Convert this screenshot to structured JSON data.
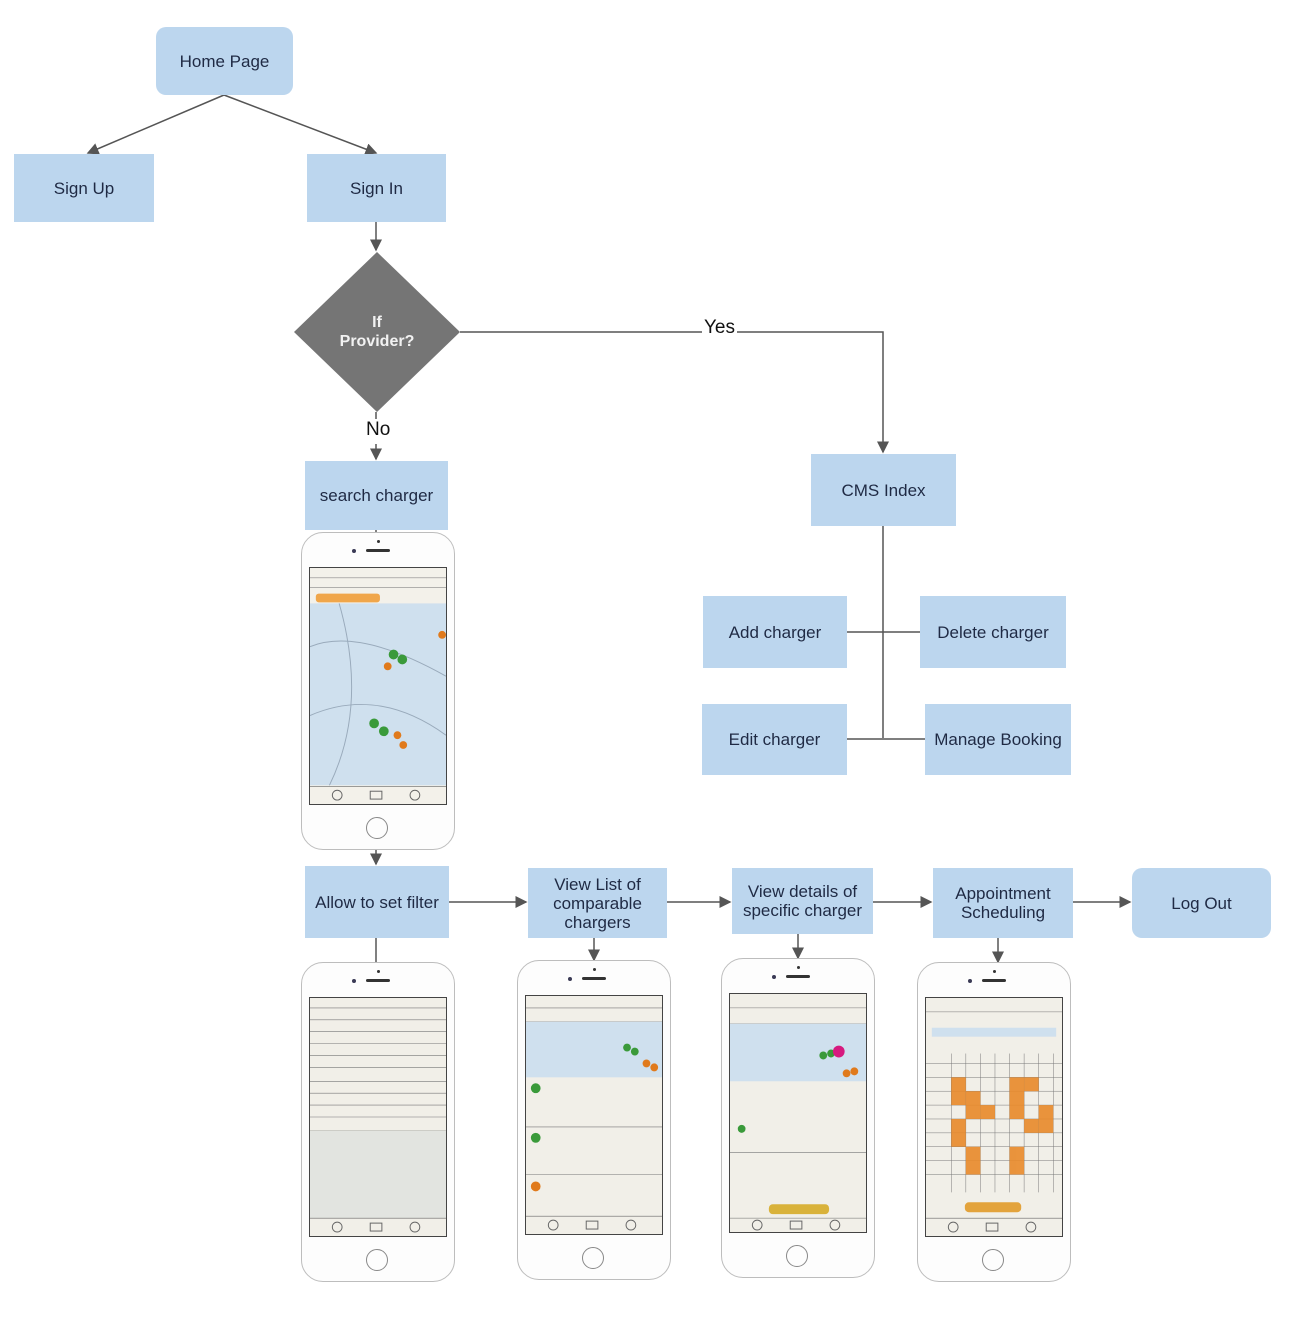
{
  "nodes": {
    "home": "Home Page",
    "signup": "Sign Up",
    "signin": "Sign In",
    "decision_line1": "If",
    "decision_line2": "Provider?",
    "search": "search charger",
    "cms": "CMS Index",
    "add": "Add charger",
    "delete": "Delete charger",
    "edit": "Edit charger",
    "manage": "Manage Booking",
    "filter": "Allow to set filter",
    "viewlist_l1": "View List of",
    "viewlist_l2": "comparable",
    "viewlist_l3": "chargers",
    "details_l1": "View details of",
    "details_l2": "specific charger",
    "appt_l1": "Appointment",
    "appt_l2": "Scheduling",
    "logout": "Log Out"
  },
  "edges": {
    "yes": "Yes",
    "no": "No"
  },
  "mockups": {
    "map_screen": "hand-drawn map sketch with charger pins",
    "filter_screen": "hand-drawn filter screen",
    "list_screen": "hand-drawn charger list screen",
    "details_screen": "hand-drawn charger details screen",
    "schedule_screen": "hand-drawn booking calendar screen"
  },
  "colors": {
    "node_fill": "#bcd6ee",
    "decision_fill": "#757575",
    "connector": "#555555",
    "pin_green": "#3a9a3a",
    "pin_orange": "#e07a1c"
  }
}
